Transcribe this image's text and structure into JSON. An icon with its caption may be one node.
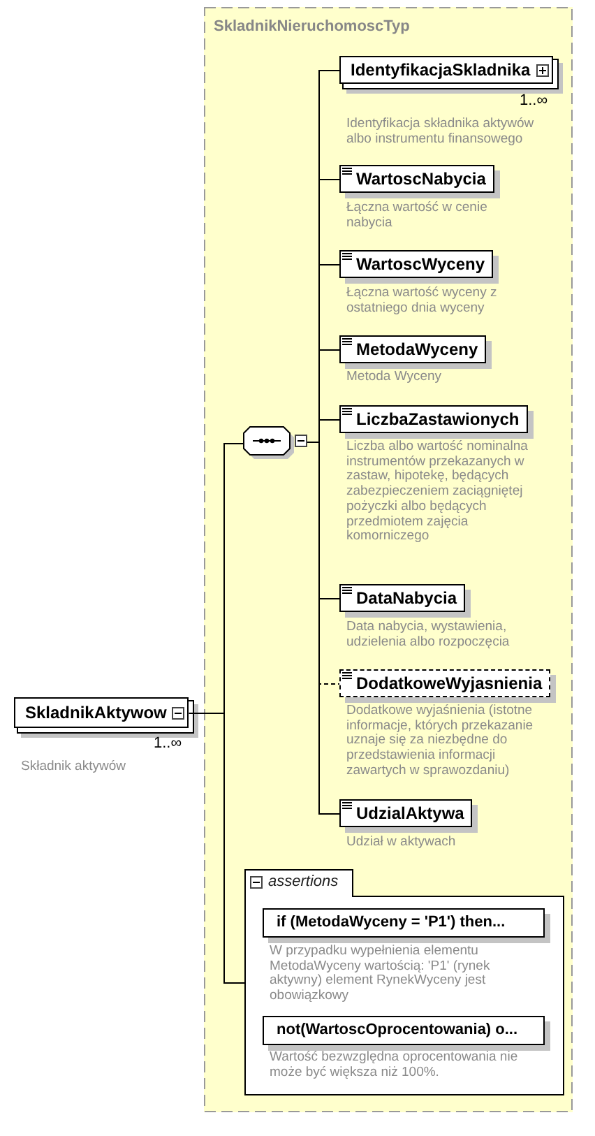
{
  "diagram": {
    "nodes": [
      {
        "text": [
          "SkladnikAktywow"
        ],
        "beside": [
          "1..∞",
          "Składnik aktywów"
        ]
      },
      {
        "text": [
          "SkladnikNieruchomoscTyp"
        ]
      },
      {
        "text": [],
        "shape": "octagon",
        "in": 1
      },
      {
        "text": [
          "IdentyfikacjaSkladnika"
        ],
        "in": 1,
        "beside": [
          "1..∞",
          "Identyfikacja składnika aktywów albo instrumentu finansowego"
        ]
      },
      {
        "text": [
          "WartoscNabycia"
        ],
        "in": 1,
        "beside": [
          "Łączna wartość w cenie nabycia"
        ]
      },
      {
        "text": [
          "WartoscWyceny"
        ],
        "in": 1,
        "beside": [
          "Łączna wartość wyceny z ostatniego dnia wyceny"
        ]
      },
      {
        "text": [
          "MetodaWyceny"
        ],
        "in": 1,
        "beside": [
          "Metoda Wyceny"
        ]
      },
      {
        "text": [
          "LiczbaZastawionych"
        ],
        "in": 1,
        "beside": [
          "Liczba albo wartość nominalna instrumentów przekazanych w zastaw, hipotekę, będących zabezpieczeniem zaciągniętej pożyczki albo będących przedmiotem zajęcia komorniczego"
        ]
      },
      {
        "text": [
          "DataNabycia"
        ],
        "in": 1,
        "beside": [
          "Data nabycia, wystawienia, udzielenia albo rozpoczęcia"
        ]
      },
      {
        "text": [
          "DodatkoweWyjasnienia"
        ],
        "in": 1,
        "beside": [
          "Dodatkowe wyjaśnienia (istotne informacje, których przekazanie uznaje się za niezbędne do przedstawienia informacji zawartych w sprawozdaniu)"
        ]
      },
      {
        "text": [
          "UdzialAktywa"
        ],
        "in": 1,
        "beside": [
          "Udział w aktywach"
        ]
      },
      {
        "text": [
          "assertions"
        ],
        "in": 1
      },
      {
        "text": [
          "if (MetodaWyceny = 'P1') then..."
        ],
        "in": 11,
        "beside": [
          "W przypadku wypełnienia elementu MetodaWyceny wartością: 'P1' (rynek aktywny) element RynekWyceny jest obowiązkowy"
        ]
      },
      {
        "text": [
          "not(WartoscOprocentowania) o..."
        ],
        "in": 11,
        "beside": [
          "Wartość bezwzględna oprocentowania nie może być większa niż 100%."
        ]
      }
    ],
    "edges": [
      {
        "from": 0,
        "to": 2,
        "arrow": "none"
      },
      {
        "from": 0,
        "to": 11,
        "arrow": "none"
      },
      {
        "from": 2,
        "to": 3,
        "arrow": "none"
      },
      {
        "from": 2,
        "to": 4,
        "arrow": "none"
      },
      {
        "from": 2,
        "to": 5,
        "arrow": "none"
      },
      {
        "from": 2,
        "to": 6,
        "arrow": "none"
      },
      {
        "from": 2,
        "to": 7,
        "arrow": "none"
      },
      {
        "from": 2,
        "to": 8,
        "arrow": "none"
      },
      {
        "from": 2,
        "to": 9,
        "arrow": "none",
        "style": "dashed"
      },
      {
        "from": 2,
        "to": 10,
        "arrow": "none"
      }
    ]
  }
}
